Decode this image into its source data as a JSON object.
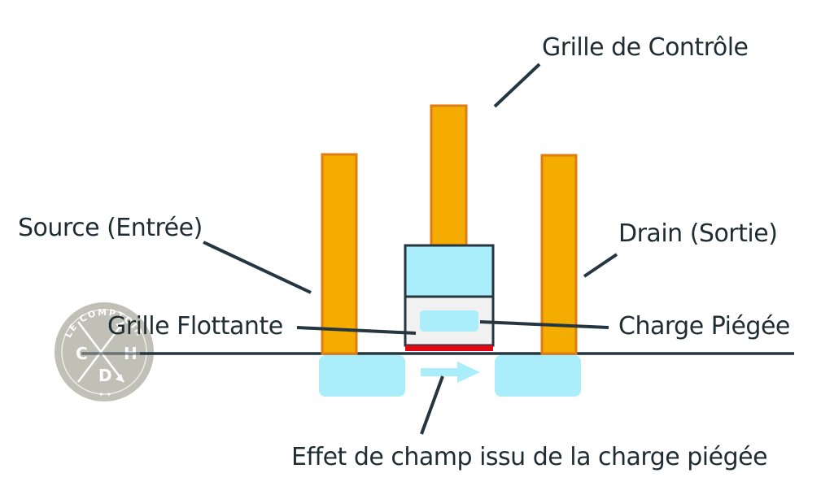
{
  "labels": {
    "control_gate": "Grille de Contrôle",
    "source": "Source (Entrée)",
    "drain": "Drain (Sortie)",
    "floating_gate": "Grille Flottante",
    "trapped_charge": "Charge Piégée",
    "field_effect": "Effet de champ issu de la charge piégée"
  },
  "watermark": {
    "arc_text": "LE COMPTOIR",
    "letters": [
      "C",
      "H",
      "D"
    ]
  },
  "colors": {
    "electrode": "#f5ac00",
    "electrode_border": "#e07d12",
    "insulator": "#a9eefa",
    "floating_gate_fill": "#f1f1f1",
    "outline": "#263640",
    "oxide_red": "#e30613",
    "watermark": "#bdbdb4",
    "text": "#1f2d33"
  },
  "icons": {
    "field_arrow": "arrow-right-icon"
  }
}
